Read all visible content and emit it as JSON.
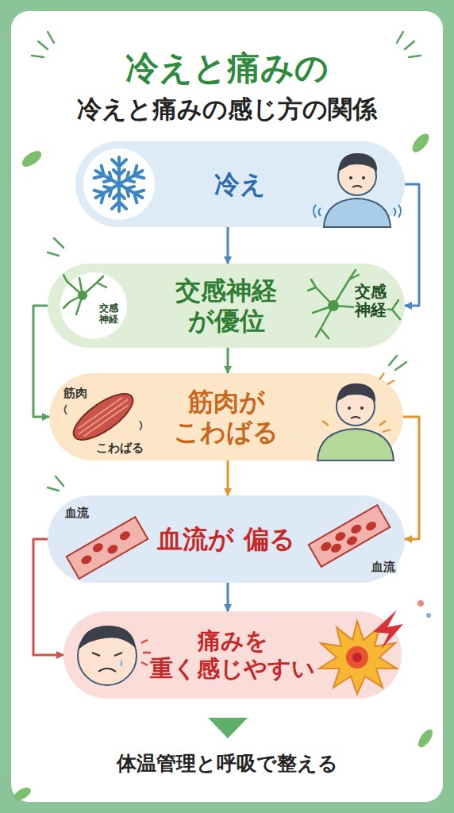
{
  "diagram": {
    "title": "冷えと痛みの",
    "caption": "体温管理と呼吸で整える",
    "nodes": [
      {
        "text": [
          "冷え"
        ]
      },
      {
        "text": [
          "交感神経 が優位"
        ]
      },
      {
        "text": [
          "筋肉が こわばる"
        ]
      },
      {
        "text": [
          "血流が 偏る"
        ]
      },
      {
        "text": [
          "痛みを 重く感じやすい"
        ]
      }
    ],
    "edges": [
      {
        "from": 0,
        "to": 1,
        "arrow": "to"
      },
      {
        "from": 0,
        "to": 1,
        "arrow": "to"
      },
      {
        "from": 1,
        "to": 2,
        "arrow": "to"
      },
      {
        "from": 1,
        "to": 2,
        "arrow": "to"
      },
      {
        "from": 2,
        "to": 3,
        "arrow": "to"
      },
      {
        "from": 2,
        "to": 3,
        "arrow": "to"
      },
      {
        "from": 3,
        "to": 4,
        "arrow": "to"
      },
      {
        "from": 3,
        "to": 4,
        "arrow": "to"
      }
    ],
    "labels": [
      "冷えと痛みの感じ方の関係",
      "交感神経",
      "交感神経",
      "筋肉",
      "こわばる",
      "血流",
      "血流"
    ]
  }
}
